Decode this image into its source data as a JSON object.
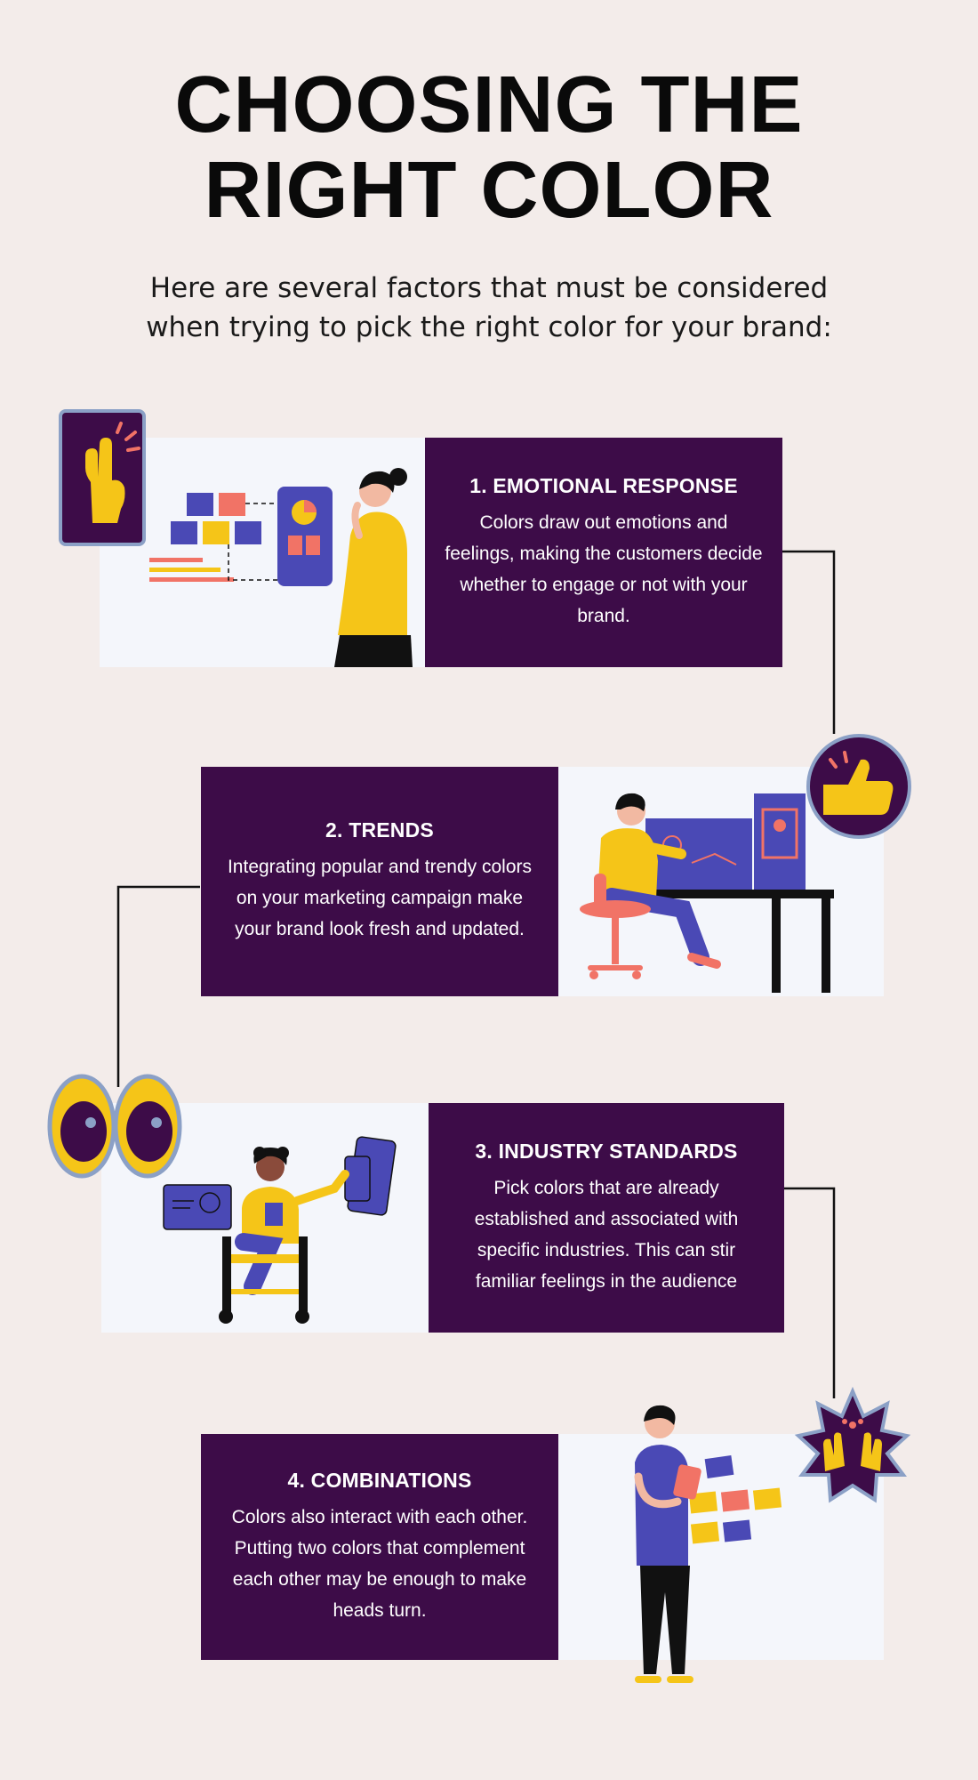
{
  "title": {
    "line1": "CHOOSING THE",
    "line2": "RIGHT COLOR"
  },
  "subtitle": {
    "line1": "Here are several factors that must be considered",
    "line2": "when trying to pick the right color for your brand:"
  },
  "colors": {
    "background": "#f3ecea",
    "dark_panel": "#3d0c48",
    "light_panel": "#f4f6fb",
    "yellow": "#f5c518",
    "blue": "#4a49b5",
    "coral": "#f17366"
  },
  "sections": [
    {
      "heading": "1. EMOTIONAL RESPONSE",
      "body": "Colors draw out emotions and feelings, making the customers decide whether to engage or not with your brand.",
      "badge_icon": "hand-snap-icon"
    },
    {
      "heading": "2. TRENDS",
      "body": "Integrating popular and trendy colors on your marketing campaign make your brand look fresh and updated.",
      "badge_icon": "thumbs-up-icon"
    },
    {
      "heading": "3. INDUSTRY STANDARDS",
      "body": "Pick colors that are already established and associated with specific industries. This can stir familiar feelings in the audience",
      "badge_icon": "eyes-icon"
    },
    {
      "heading": "4. COMBINATIONS",
      "body": "Colors also interact with each other. Putting two colors that complement each other may be enough to make heads turn.",
      "badge_icon": "raised-hands-icon"
    }
  ]
}
